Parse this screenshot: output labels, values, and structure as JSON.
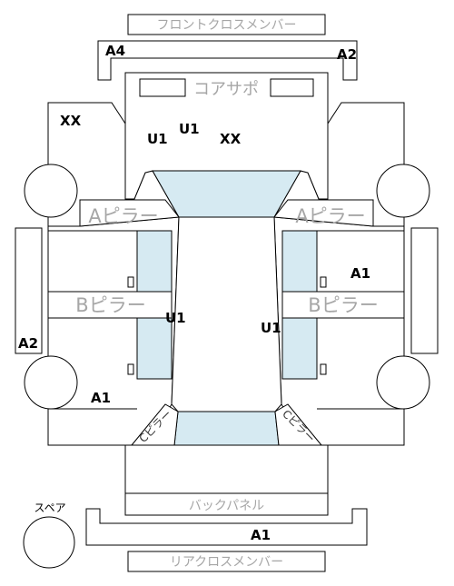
{
  "parts": {
    "front_cross_member": "フロントクロスメンバー",
    "core_support": "コアサポ",
    "a_pillar_left": "Aピラー",
    "a_pillar_right": "Aピラー",
    "b_pillar_left": "Bピラー",
    "b_pillar_right": "Bピラー",
    "back_panel": "バックパネル",
    "rear_cross_member": "リアクロスメンバー",
    "rear_pillar_left": "Cピラー",
    "rear_pillar_right": "Cピラー",
    "spare": "スペア"
  },
  "codes": {
    "front_member_left": "A4",
    "front_member_right": "A2",
    "front_left_fender": "XX",
    "core_left": "U1",
    "core_center": "U1",
    "core_right": "XX",
    "left_side_sill": "A2",
    "right_front_door": "A1",
    "left_rear_quarter": "A1",
    "roof_left": "U1",
    "roof_right": "U1",
    "rear_member": "A1"
  },
  "colors": {
    "glass": "#d6eaf2",
    "outline": "#000000",
    "part_label": "#a6a6a6"
  }
}
